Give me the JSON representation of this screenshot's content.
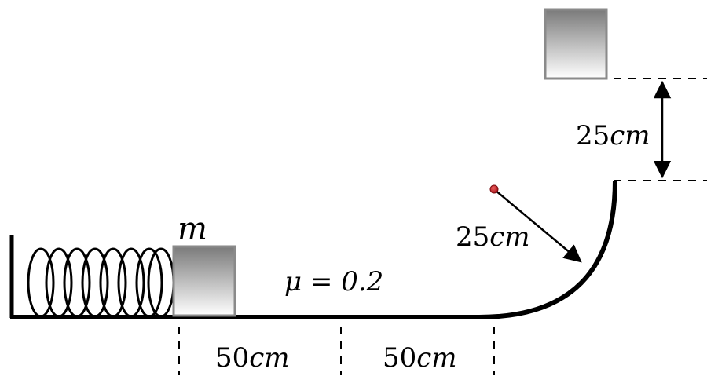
{
  "labels": {
    "mass": "m",
    "friction": "μ = 0.2",
    "segment_1": {
      "value": "50",
      "unit": "cm"
    },
    "segment_2": {
      "value": "50",
      "unit": "cm"
    },
    "radius": {
      "value": "25",
      "unit": "cm"
    },
    "height": {
      "value": "25",
      "unit": "cm"
    }
  },
  "colors": {
    "block_top": "#7a7a7a",
    "block_bottom": "#ffffff",
    "block_border": "#8a8a8a",
    "center_dot": "#c0161c",
    "ink": "#000000"
  }
}
